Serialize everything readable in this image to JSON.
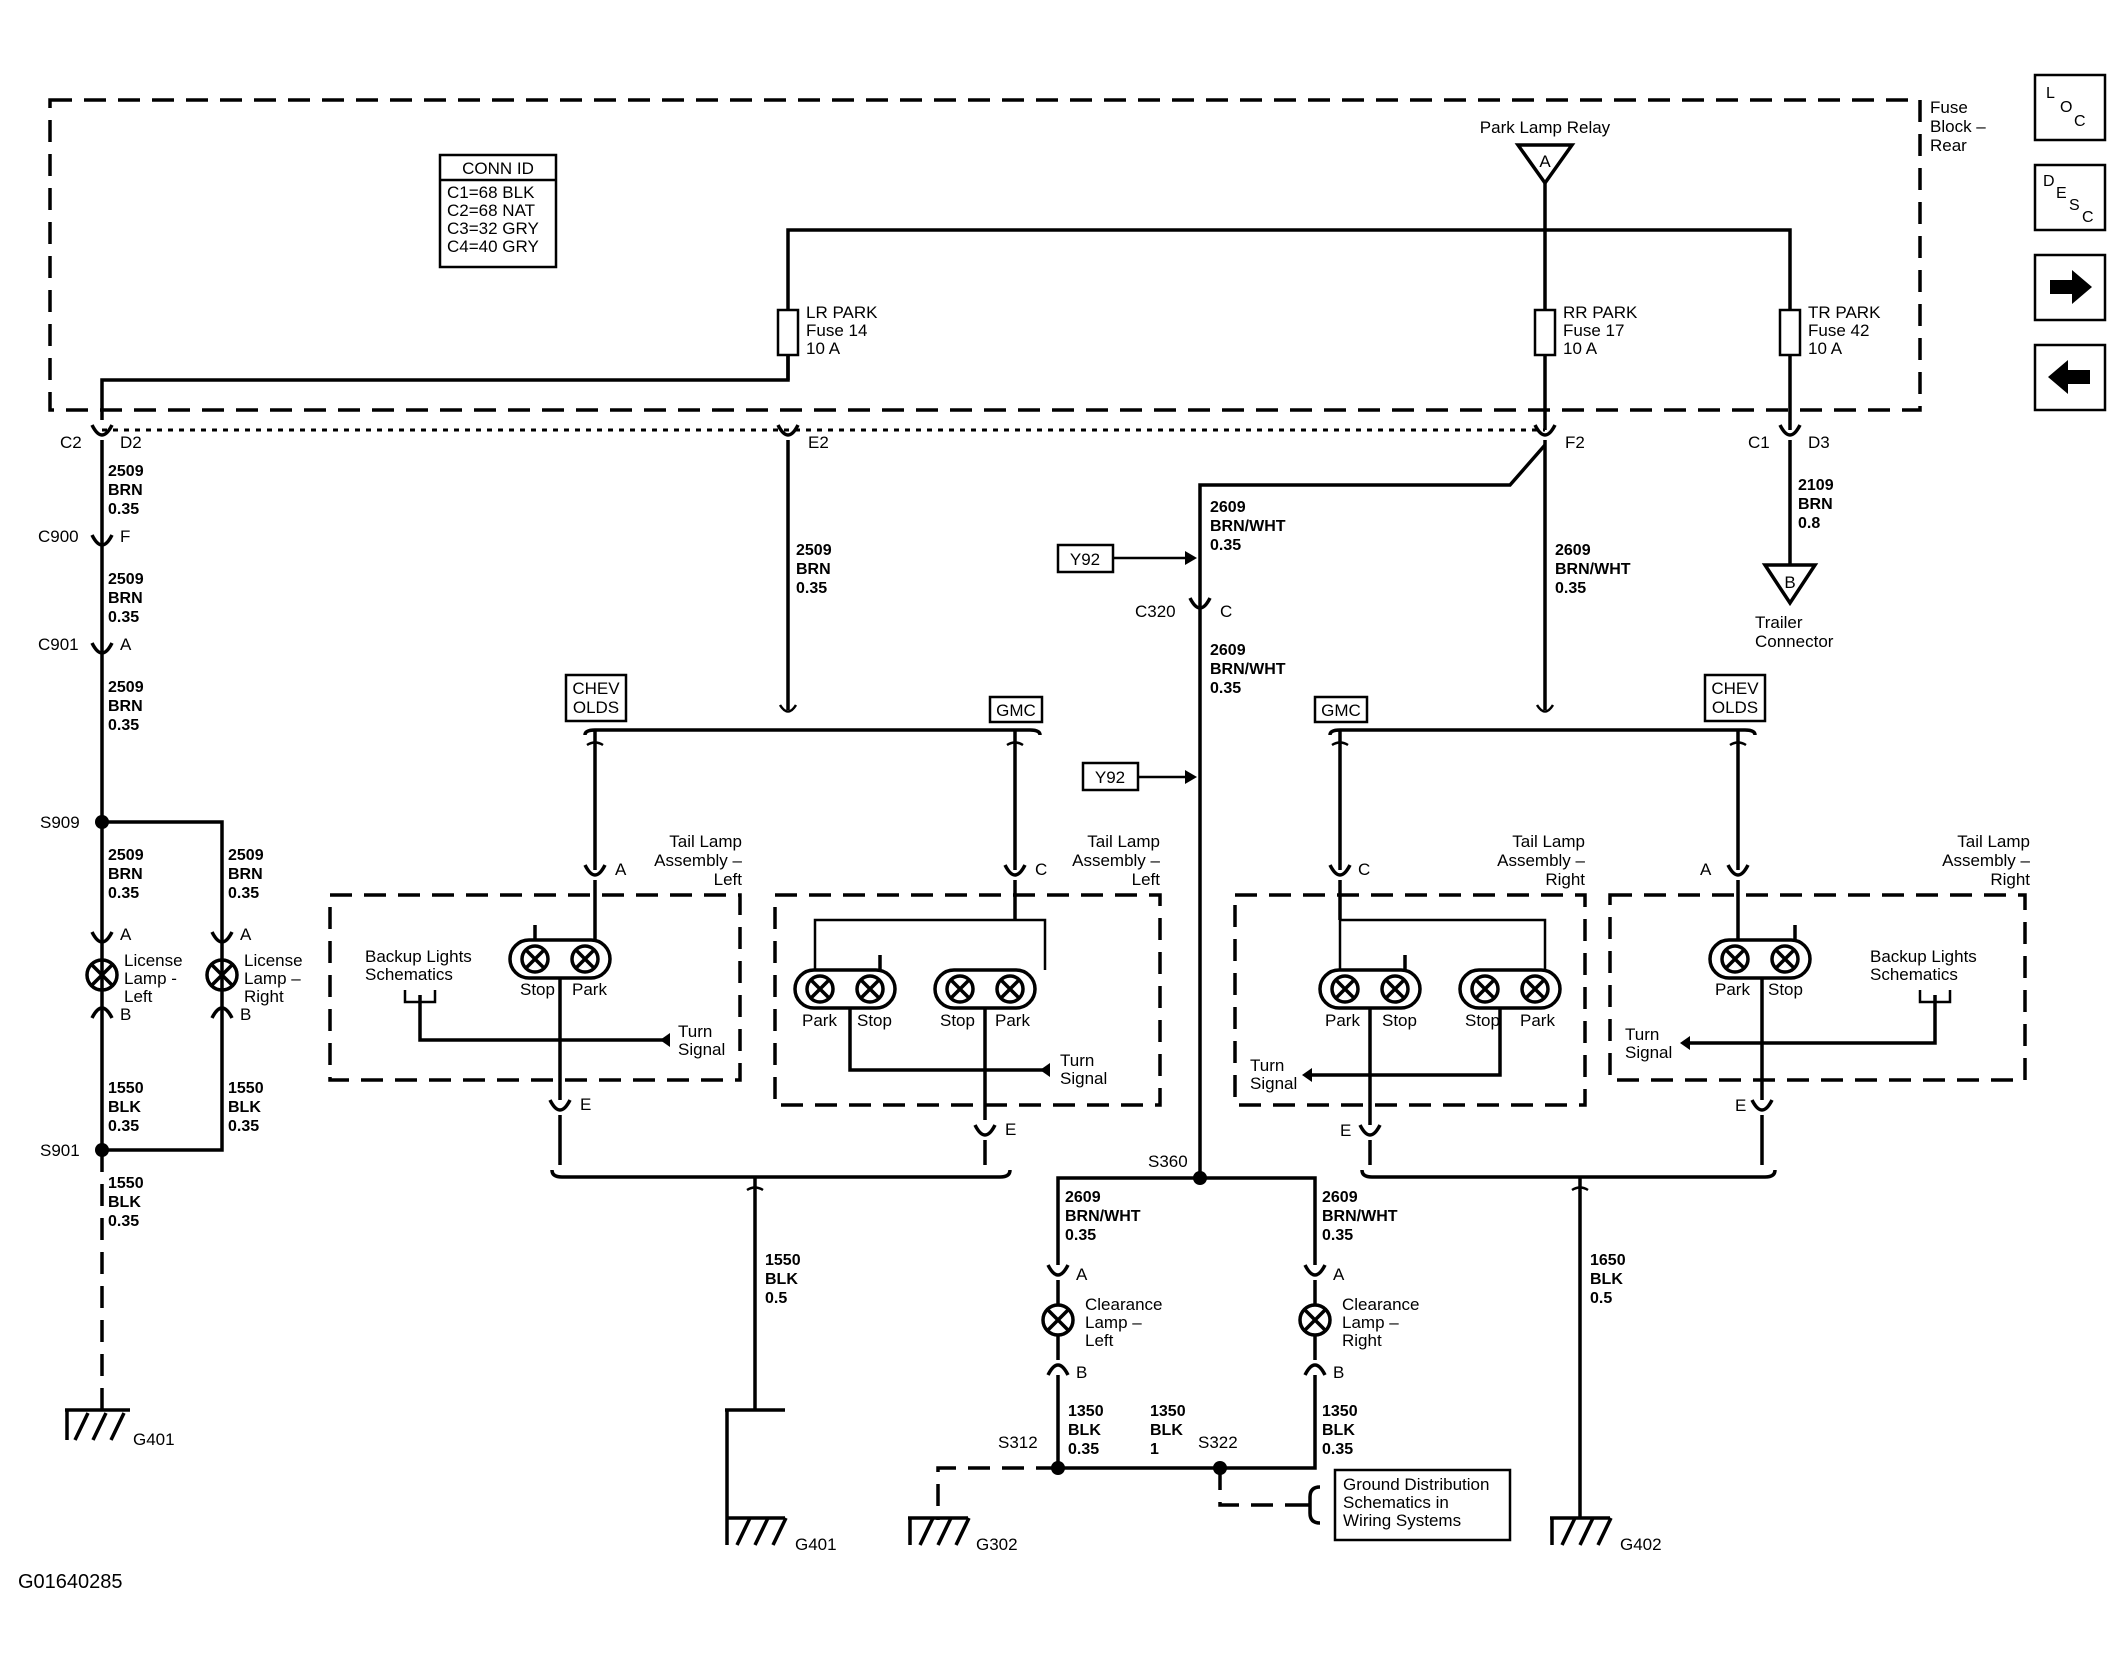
{
  "conn_id": {
    "title": "CONN ID",
    "rows": [
      "C1=68 BLK",
      "C2=68 NAT",
      "C3=32 GRY",
      "C4=40 GRY"
    ]
  },
  "fuse_block_label": [
    "Fuse",
    "Block –",
    "Rear"
  ],
  "park_lamp_relay": "Park Lamp Relay",
  "fuses": {
    "lr": [
      "LR PARK",
      "Fuse 14",
      "10 A"
    ],
    "rr": [
      "RR PARK",
      "Fuse 17",
      "10 A"
    ],
    "tr": [
      "TR PARK",
      "Fuse 42",
      "10 A"
    ]
  },
  "flags": {
    "a": "A",
    "b": "B"
  },
  "connectors": {
    "c2": "C2",
    "d2": "D2",
    "e2": "E2",
    "f2": "F2",
    "c1": "C1",
    "d3": "D3",
    "c900": "C900",
    "f": "F",
    "c901": "C901",
    "a": "A",
    "b": "B",
    "c": "C",
    "e": "E",
    "c320": "C320"
  },
  "splices": {
    "s909": "S909",
    "s901": "S901",
    "s360": "S360",
    "s312": "S312",
    "s322": "S322"
  },
  "wires": {
    "w2509": [
      "2509",
      "BRN",
      "0.35"
    ],
    "w2609": [
      "2609",
      "BRN/WHT",
      "0.35"
    ],
    "w2109": [
      "2109",
      "BRN",
      "0.8"
    ],
    "w1550a": [
      "1550",
      "BLK",
      "0.35"
    ],
    "w1550b": [
      "1550",
      "BLK",
      "0.5"
    ],
    "w1650": [
      "1650",
      "BLK",
      "0.5"
    ],
    "w1350a": [
      "1350",
      "BLK",
      "0.35"
    ],
    "w1350b": [
      "1350",
      "BLK",
      "1"
    ]
  },
  "options": {
    "y92": "Y92",
    "chev": [
      "CHEV",
      "OLDS"
    ],
    "gmc": "GMC"
  },
  "components": {
    "trailer": [
      "Trailer",
      "Connector"
    ],
    "lic_left": [
      "License",
      "Lamp -",
      "Left"
    ],
    "lic_right": [
      "License",
      "Lamp –",
      "Right"
    ],
    "tail_left": [
      "Tail Lamp",
      "Assembly –",
      "Left"
    ],
    "tail_right": [
      "Tail Lamp",
      "Assembly –",
      "Right"
    ],
    "backup": [
      "Backup Lights",
      "Schematics"
    ],
    "turn": [
      "Turn",
      "Signal"
    ],
    "stop": "Stop",
    "park": "Park",
    "clr_left": [
      "Clearance",
      "Lamp –",
      "Left"
    ],
    "clr_right": [
      "Clearance",
      "Lamp –",
      "Right"
    ],
    "ground_dist": [
      "Ground Distribution",
      "Schematics in",
      "Wiring Systems"
    ]
  },
  "grounds": {
    "g401": "G401",
    "g302": "G302",
    "g402": "G402"
  },
  "nav": {
    "loc": [
      "L",
      "O",
      "C"
    ],
    "desc": [
      "D",
      "E",
      "S",
      "C"
    ],
    "next_icon": "arrow-right-icon",
    "prev_icon": "arrow-left-icon"
  },
  "figure_id": "G01640285"
}
